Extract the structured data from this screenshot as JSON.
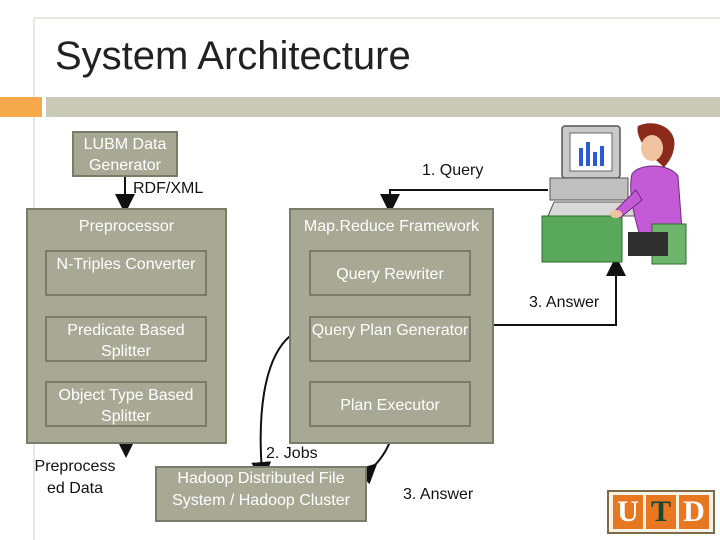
{
  "title": "System Architecture",
  "nodes": {
    "lubm": "LUBM Data Generator",
    "preprocessor": "Preprocessor",
    "ntriples": "N-Triples Converter",
    "predicate_splitter": "Predicate Based Splitter",
    "object_splitter": "Object Type Based Splitter",
    "preprocessed_data": "Preprocess ed Data",
    "mapreduce": "Map.Reduce Framework",
    "query_rewriter": "Query Rewriter",
    "query_plan": "Query Plan Generator",
    "plan_executor": "Plan Executor",
    "hadoop": "Hadoop Distributed File System / Hadoop Cluster"
  },
  "edge_labels": {
    "rdf_xml": "RDF/XML",
    "query": "1. Query",
    "answer_top": "3. Answer",
    "jobs": "2. Jobs",
    "answer_bottom": "3. Answer"
  },
  "logo": {
    "letters": [
      "U",
      "T",
      "D"
    ],
    "accent_color": "#e87722",
    "dark_color": "#154734"
  },
  "colors": {
    "box_fill": "#a8a995",
    "accent_bar": "#f5a84c",
    "rule": "#c9c9b8"
  },
  "icons": {
    "user": "person-at-computer-icon"
  }
}
